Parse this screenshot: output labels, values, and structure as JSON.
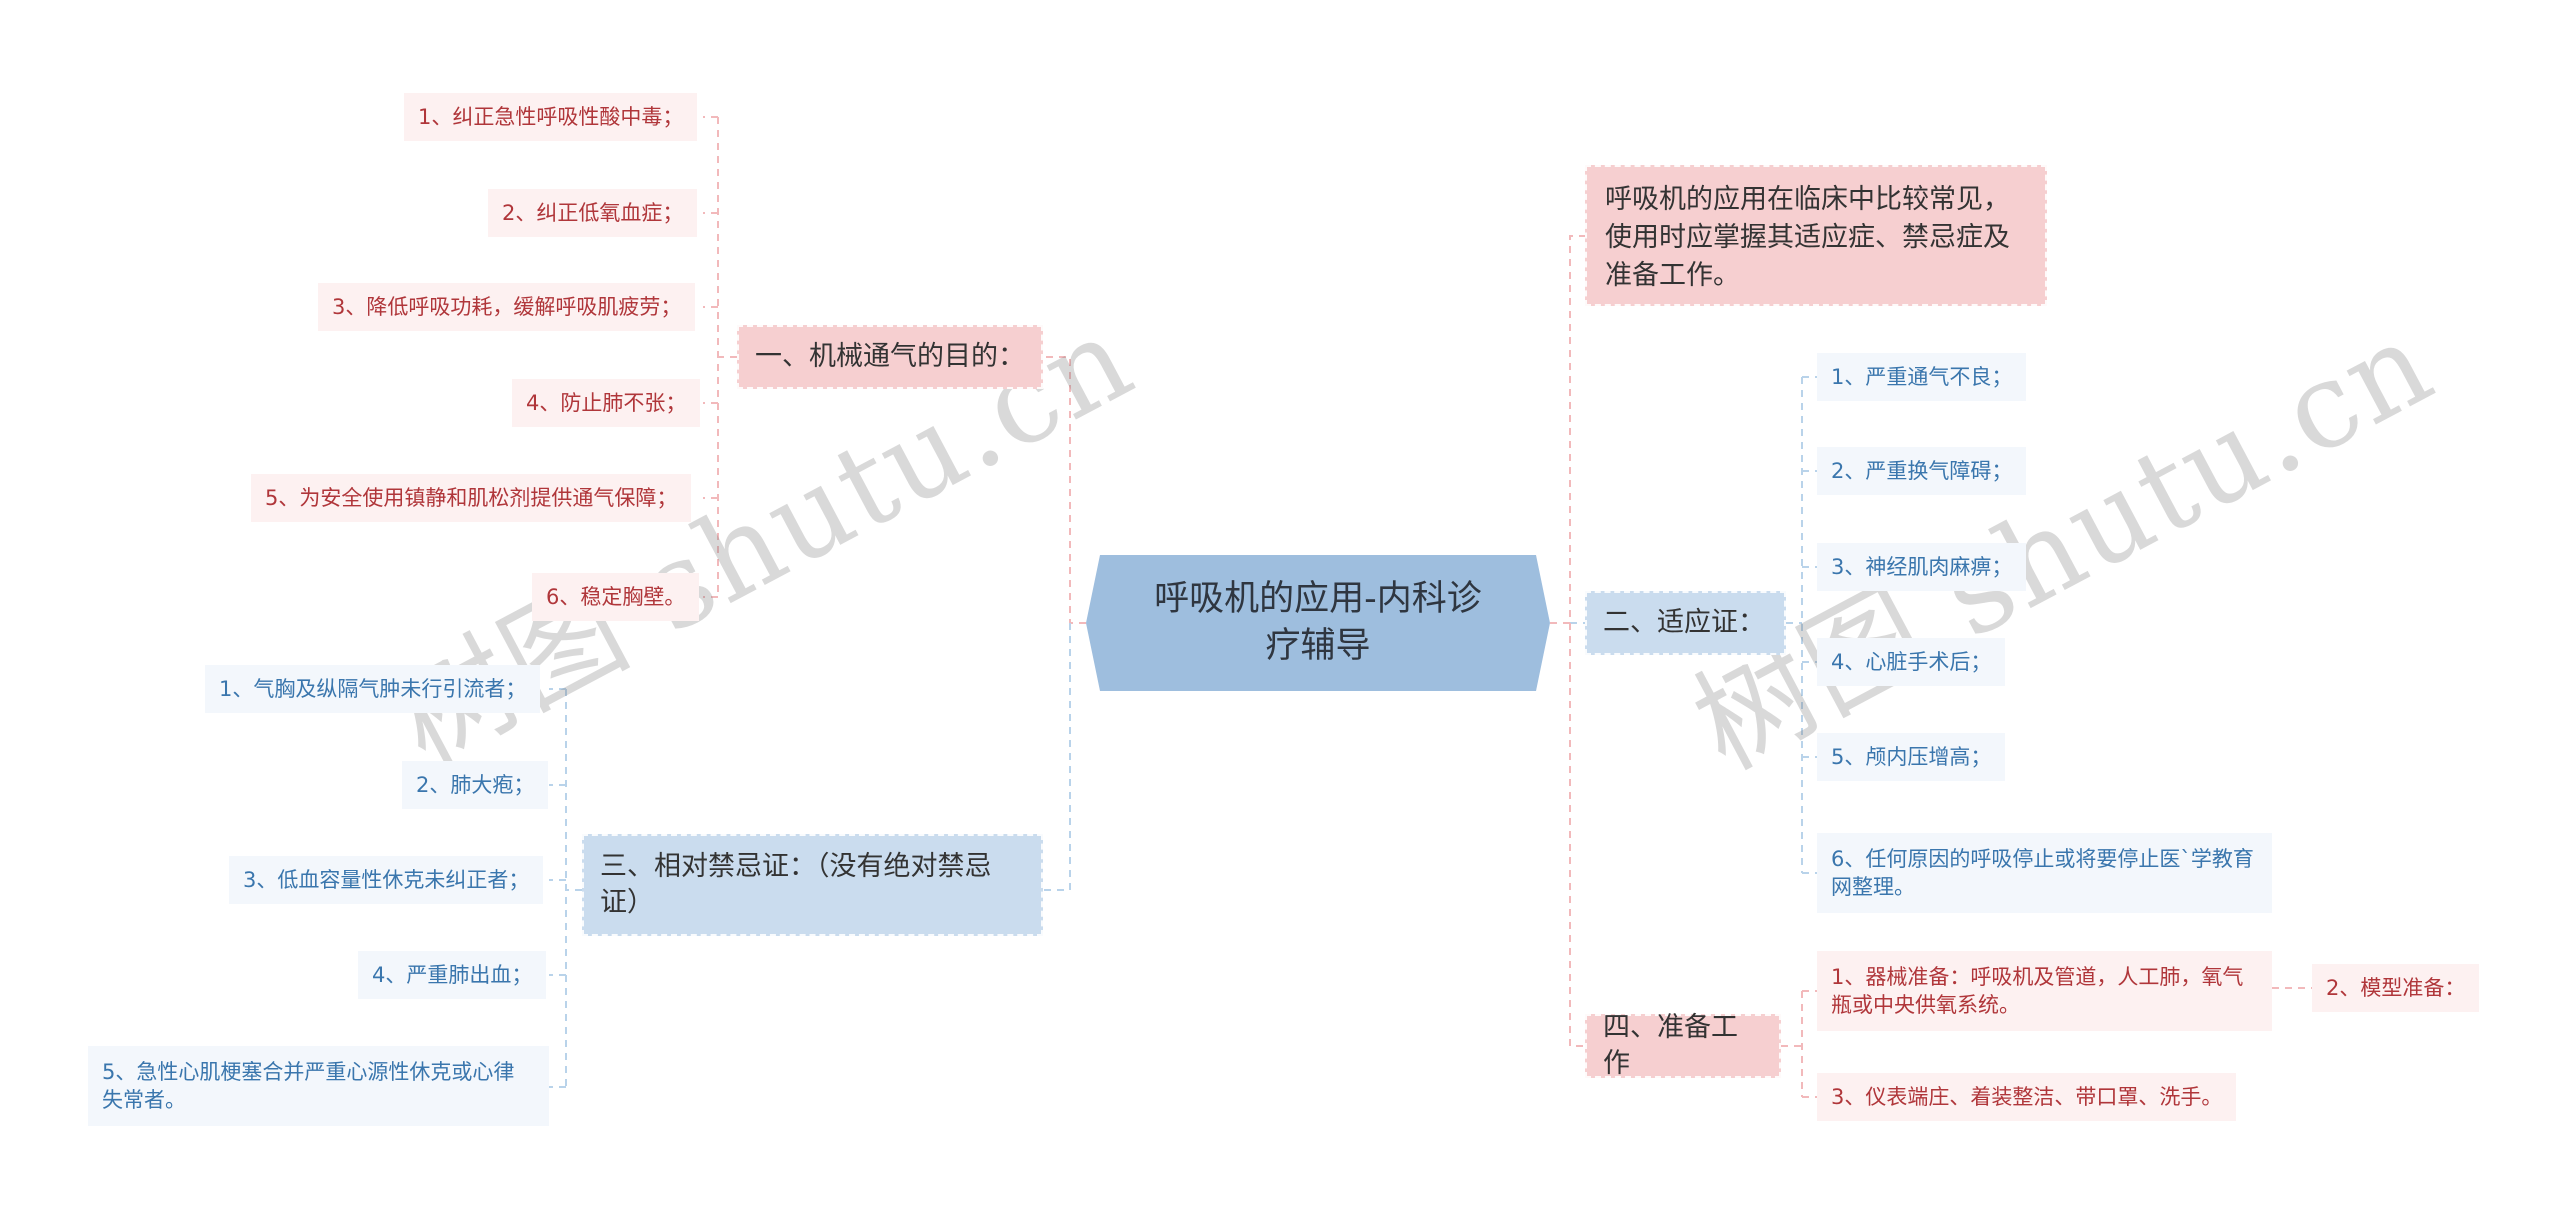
{
  "root": {
    "title": "呼吸机的应用-内科诊疗辅导"
  },
  "note": {
    "text": "呼吸机的应用在临床中比较常见，使用时应掌握其适应症、禁忌症及准备工作。"
  },
  "branches": {
    "purpose": {
      "label": "一、机械通气的目的：",
      "items": [
        "1、纠正急性呼吸性酸中毒；",
        "2、纠正低氧血症；",
        "3、降低呼吸功耗，缓解呼吸肌疲劳；",
        "4、防止肺不张；",
        "5、为安全使用镇静和肌松剂提供通气保障；",
        "6、稳定胸壁。"
      ]
    },
    "contraindications": {
      "label": "三、相对禁忌证：（没有绝对禁忌证）",
      "items": [
        "1、气胸及纵隔气肿未行引流者；",
        "2、肺大疱；",
        "3、低血容量性休克未纠正者；",
        "4、严重肺出血；",
        "5、急性心肌梗塞合并严重心源性休克或心律失常者。"
      ]
    },
    "indications": {
      "label": "二、适应证：",
      "items": [
        "1、严重通气不良；",
        "2、严重换气障碍；",
        "3、神经肌肉麻痹；",
        "4、心脏手术后；",
        "5、颅内压增高；",
        "6、任何原因的呼吸停止或将要停止医`学教育网整理。"
      ]
    },
    "preparation": {
      "label": "四、准备工作",
      "items": [
        "1、器械准备：呼吸机及管道，人工肺，氧气瓶或中央供氧系统。",
        "3、仪表端庄、着装整洁、带口罩、洗手。"
      ],
      "sub_item": "2、模型准备："
    }
  },
  "watermarks": [
    "树图 shutu.cn",
    "树图 shutu.cn"
  ]
}
